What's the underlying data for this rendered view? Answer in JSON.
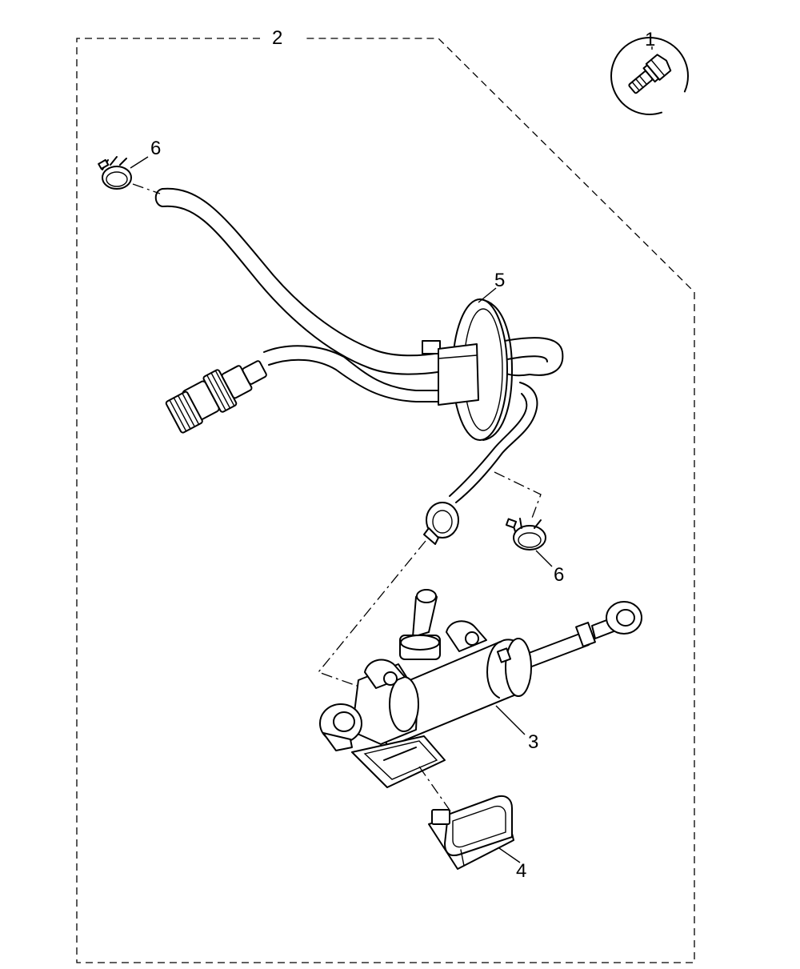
{
  "callouts": {
    "bolt": "1",
    "kit": "2",
    "slave_cylinder": "3",
    "connector": "4",
    "grommet_harness": "5",
    "clip_upper": "6",
    "clip_lower": "6"
  }
}
